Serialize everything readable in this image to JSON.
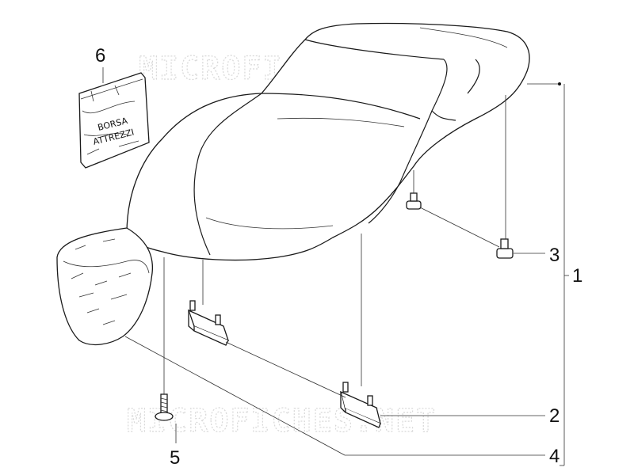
{
  "watermark": "MICROFICHES.NET",
  "callouts": {
    "c1": "1",
    "c2": "2",
    "c3": "3",
    "c4": "4",
    "c5": "5",
    "c6": "6"
  },
  "bag_label": {
    "line1": "BORSA",
    "line2": "ATTREZZI"
  }
}
